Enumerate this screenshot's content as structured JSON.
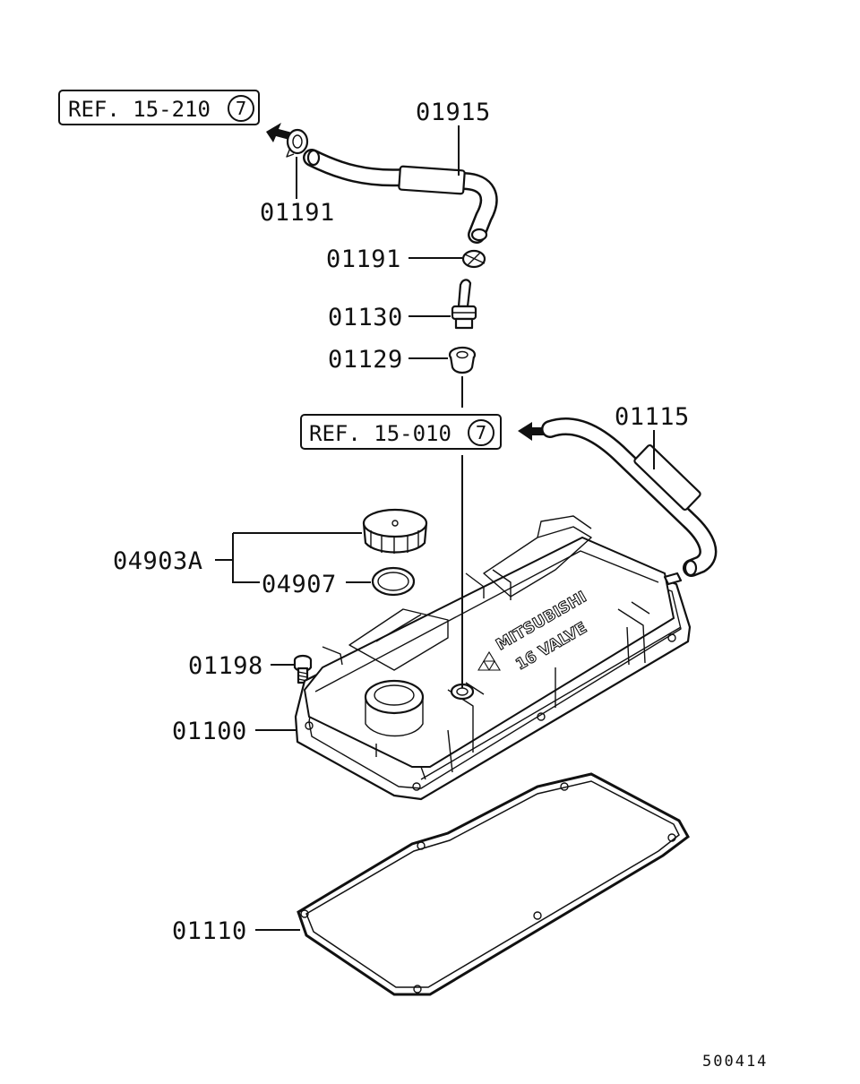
{
  "diagram": {
    "ref_boxes": [
      {
        "text": "REF. 15-210",
        "badge": "7"
      },
      {
        "text": "REF. 15-010",
        "badge": "7"
      }
    ],
    "labels": {
      "hose_upper": "01915",
      "clamp_left": "01191",
      "clamp_right": "01191",
      "pcv_valve": "01130",
      "grommet": "01129",
      "hose_breather": "01115",
      "oil_cap_assy": "04903A",
      "oil_cap_gasket": "04907",
      "bolt": "01198",
      "rocker_cover": "01100",
      "gasket": "01110"
    },
    "cover_emboss": {
      "brand": "MITSUBISHI",
      "engine": "16 VALVE"
    },
    "diagram_code": "500414"
  }
}
